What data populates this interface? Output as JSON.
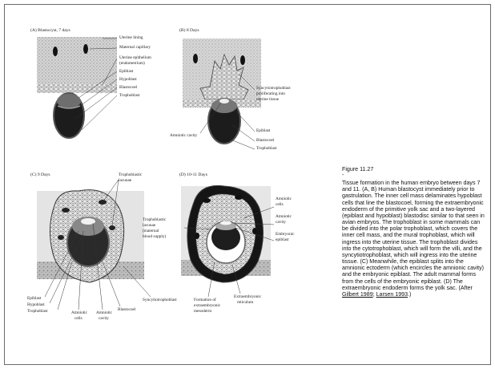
{
  "figure": {
    "panels": [
      {
        "id": "A",
        "title": "(A) Blastocyst, 7 days",
        "labels": [
          "Uterine lining",
          "Maternal capillary",
          "Uterine epithelium",
          "(endometrium)",
          "Epiblast",
          "Hypoblast",
          "Blastocoel",
          "Trophoblast"
        ]
      },
      {
        "id": "B",
        "title": "(B) 8 Days",
        "labels": [
          "Syncytiotrophoblast",
          "proliferating into",
          "uterine tissue",
          "Epiblast",
          "Amniotic cavity",
          "Blastocoel",
          "Trophoblast"
        ]
      },
      {
        "id": "C",
        "title": "(C) 9 Days",
        "labels": [
          "Trophoblastic",
          "lacunae",
          "Epiblast",
          "Hypoblast",
          "Trophoblast",
          "Amniotic",
          "cells",
          "Amniotic",
          "cavity",
          "Blastocoel",
          "Syncytiotrophoblast"
        ]
      },
      {
        "id": "D",
        "title": "(D) 10-11 Days",
        "labels": [
          "Amniotic",
          "cells",
          "Amniotic",
          "cavity",
          "Embryonic",
          "epiblast",
          "Trophoblastic",
          "lacunae",
          "(maternal",
          "blood supply)",
          "Formation of",
          "extraembryonic",
          "mesoderm",
          "Extraembryonic",
          "reticulum"
        ]
      }
    ]
  },
  "caption": {
    "figure_number": "Figure 11.27",
    "separator": "-",
    "text": "Tissue formation in the human embryo between days 7 and 11. (A, B) Human blastocyst immediately prior to gastrulation. The inner cell mass delaminates hypoblast cells that line the blastocoel, forming the extraembryonic endoderm of the primitive yolk sac and a two-layered (epiblast and hypoblast) blastodisc similar to that seen in avian embryos. The trophoblast in some mammals can be divided into the polar trophoblast, which covers the inner cell mass, and the mural trophoblast, which will ingress into the uterine tissue. The trophoblast divides into the cytotrophoblast, which will form the villi, and the syncytiotrophoblast, which will ingress into the uterine tissue. (C) Meanwhile, the epiblast splits into the amnionic ectoderm (which encircles the amnionic cavity) and the embryonic epiblast. The adult mammal forms from the cells of the embryonic epiblast. (D) The extraembryonic endoderm forms the yolk sac.",
    "ref_prefix": "(After ",
    "ref1": "Gilbert 1989",
    "ref_sep": "; ",
    "ref2": "Larsen 1993",
    "ref_suffix": ".)"
  }
}
